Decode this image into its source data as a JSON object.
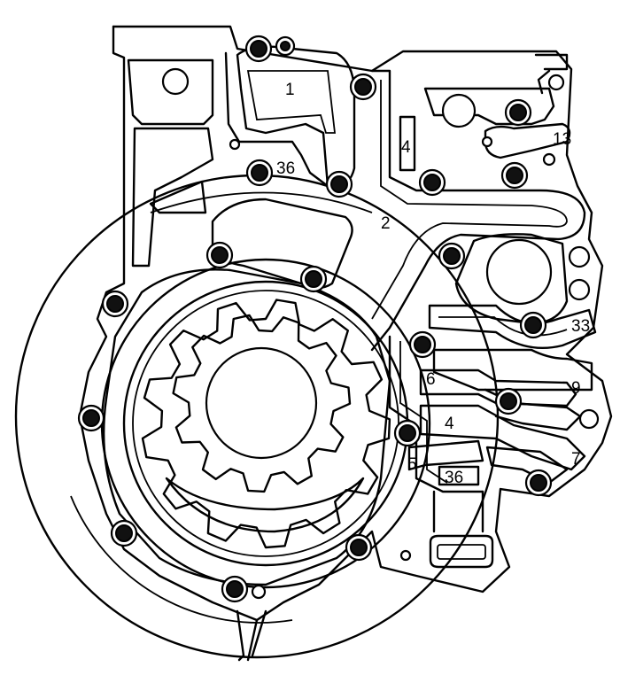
{
  "diagram": {
    "labels": {
      "l1": "1",
      "l2": "2",
      "l4a": "4",
      "l13": "13",
      "l36a": "36",
      "l33": "33",
      "l6": "6",
      "l9": "9",
      "l4b": "4",
      "l5": "5",
      "l7": "7",
      "l36b": "36"
    },
    "colors": {
      "ink": "#000000",
      "bolt_fill": "#111111",
      "background": "#ffffff"
    }
  }
}
